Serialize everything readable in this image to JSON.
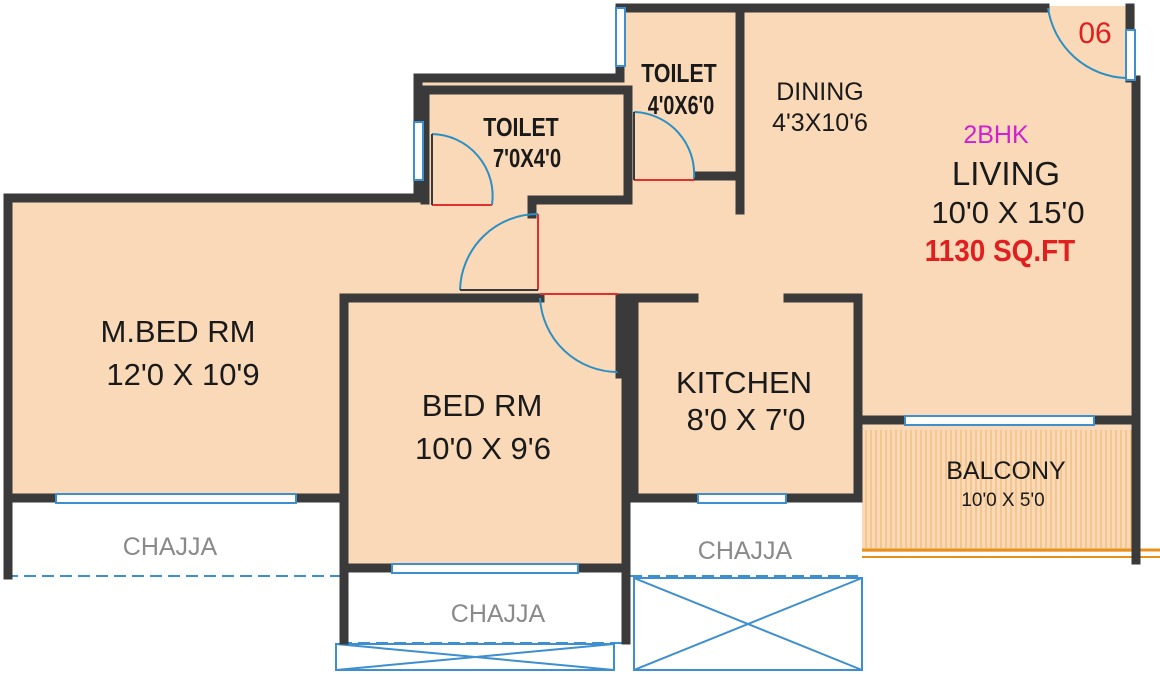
{
  "plan": {
    "type_label": "2BHK",
    "area_label": "1130 SQ.FT",
    "unit_number": "06",
    "colors": {
      "floor": "#f9d9b8",
      "wall": "#3a3a3a",
      "window": "#3e8fd0",
      "door_arc": "#2b8fc4",
      "door_threshold": "#e03030",
      "area_text": "#e02020",
      "type_text": "#d020d0",
      "balcony_rail": "#e8901a",
      "chajja_text": "#8a8a8a"
    },
    "rooms": {
      "toilet1": {
        "name": "TOILET",
        "size": "7'0X4'0"
      },
      "toilet2": {
        "name": "TOILET",
        "size": "4'0X6'0"
      },
      "dining": {
        "name": "DINING",
        "size": "4'3X10'6"
      },
      "living": {
        "name": "LIVING",
        "size": "10'0 X 15'0"
      },
      "master_bed": {
        "name": "M.BED RM",
        "size": "12'0 X 10'9"
      },
      "bed": {
        "name": "BED RM",
        "size": "10'0 X 9'6"
      },
      "kitchen": {
        "name": "KITCHEN",
        "size": "8'0 X 7'0"
      },
      "balcony": {
        "name": "BALCONY",
        "size": "10'0 X 5'0"
      }
    },
    "chajja": {
      "left": "CHAJJA",
      "center": "CHAJJA",
      "right": "CHAJJA"
    }
  }
}
